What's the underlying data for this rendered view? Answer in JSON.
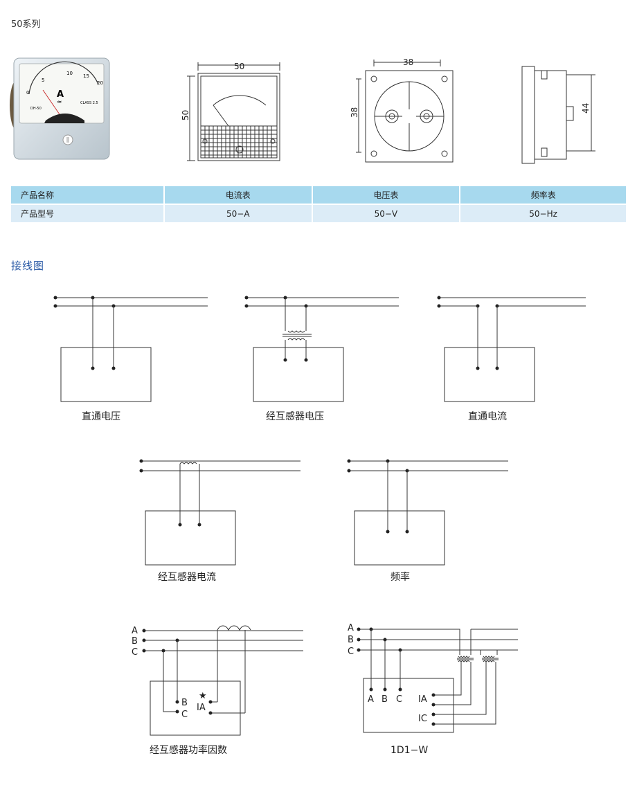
{
  "header": {
    "series_title": "50系列"
  },
  "meter_face": {
    "scale_ticks": [
      "0",
      "5",
      "10",
      "15",
      "20"
    ],
    "unit_symbol": "A",
    "ac_symbol": "≈",
    "model_mark": "DH-50",
    "class_mark": "CLASS 2.5"
  },
  "dimensions": {
    "front_width": "50",
    "front_height": "50",
    "back_width": "38",
    "back_height": "38",
    "side_depth": "44"
  },
  "spec_table": {
    "header": [
      "产品名称",
      "电流表",
      "电压表",
      "频率表"
    ],
    "rows": [
      [
        "产品型号",
        "50−A",
        "50−V",
        "50−Hz"
      ]
    ]
  },
  "wiring": {
    "title": "接线图",
    "captions": {
      "direct_voltage": "直通电压",
      "transformer_voltage": "经互感器电压",
      "direct_current": "直通电流",
      "transformer_current": "经互感器电流",
      "frequency": "频率",
      "power_factor": "经互感器功率因数",
      "d1w": "1D1−W"
    },
    "phase_labels": [
      "A",
      "B",
      "C"
    ],
    "pf_terminals": {
      "b": "B",
      "c": "C",
      "ia": "IA",
      "star": "★"
    },
    "d1w_terminals": {
      "a": "A",
      "b": "B",
      "c": "C",
      "ia": "IA",
      "ic": "IC"
    }
  }
}
